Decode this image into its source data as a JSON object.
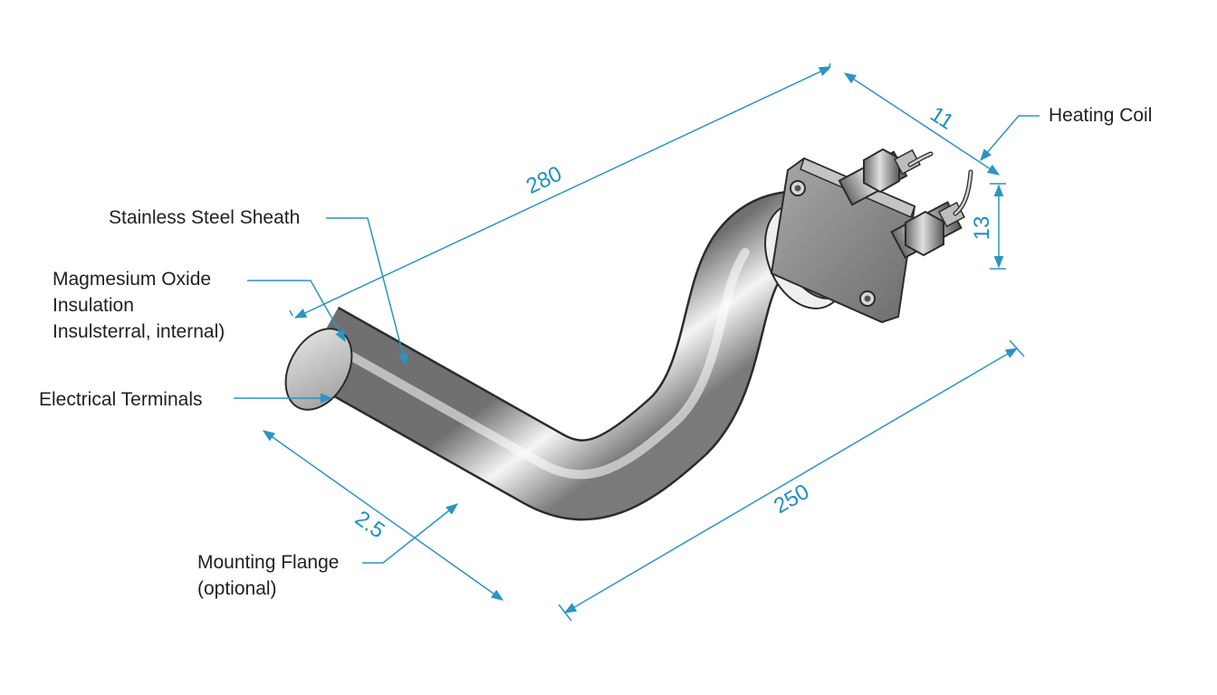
{
  "labels": {
    "heating_coil": "Heating Coil",
    "sheath": "Stainless Steel Sheath",
    "insulation_line1": "Magmesium Oxide",
    "insulation_line2": "Insulation",
    "insulation_line3": "Insulsterral, internal)",
    "terminals": "Electrical Terminals",
    "flange_line1": "Mounting Flange",
    "flange_line2": "(optional)"
  },
  "dimensions": {
    "top_length": "280",
    "flange_width": "11",
    "flange_height": "13",
    "tube_diameter": "2.5",
    "bottom_length": "250"
  },
  "colors": {
    "leader": "#2a94c6",
    "text": "#1f1f1f",
    "tube_dark": "#6c6c6c",
    "tube_light": "#f4f4f4",
    "outline": "#2b2b2b"
  }
}
